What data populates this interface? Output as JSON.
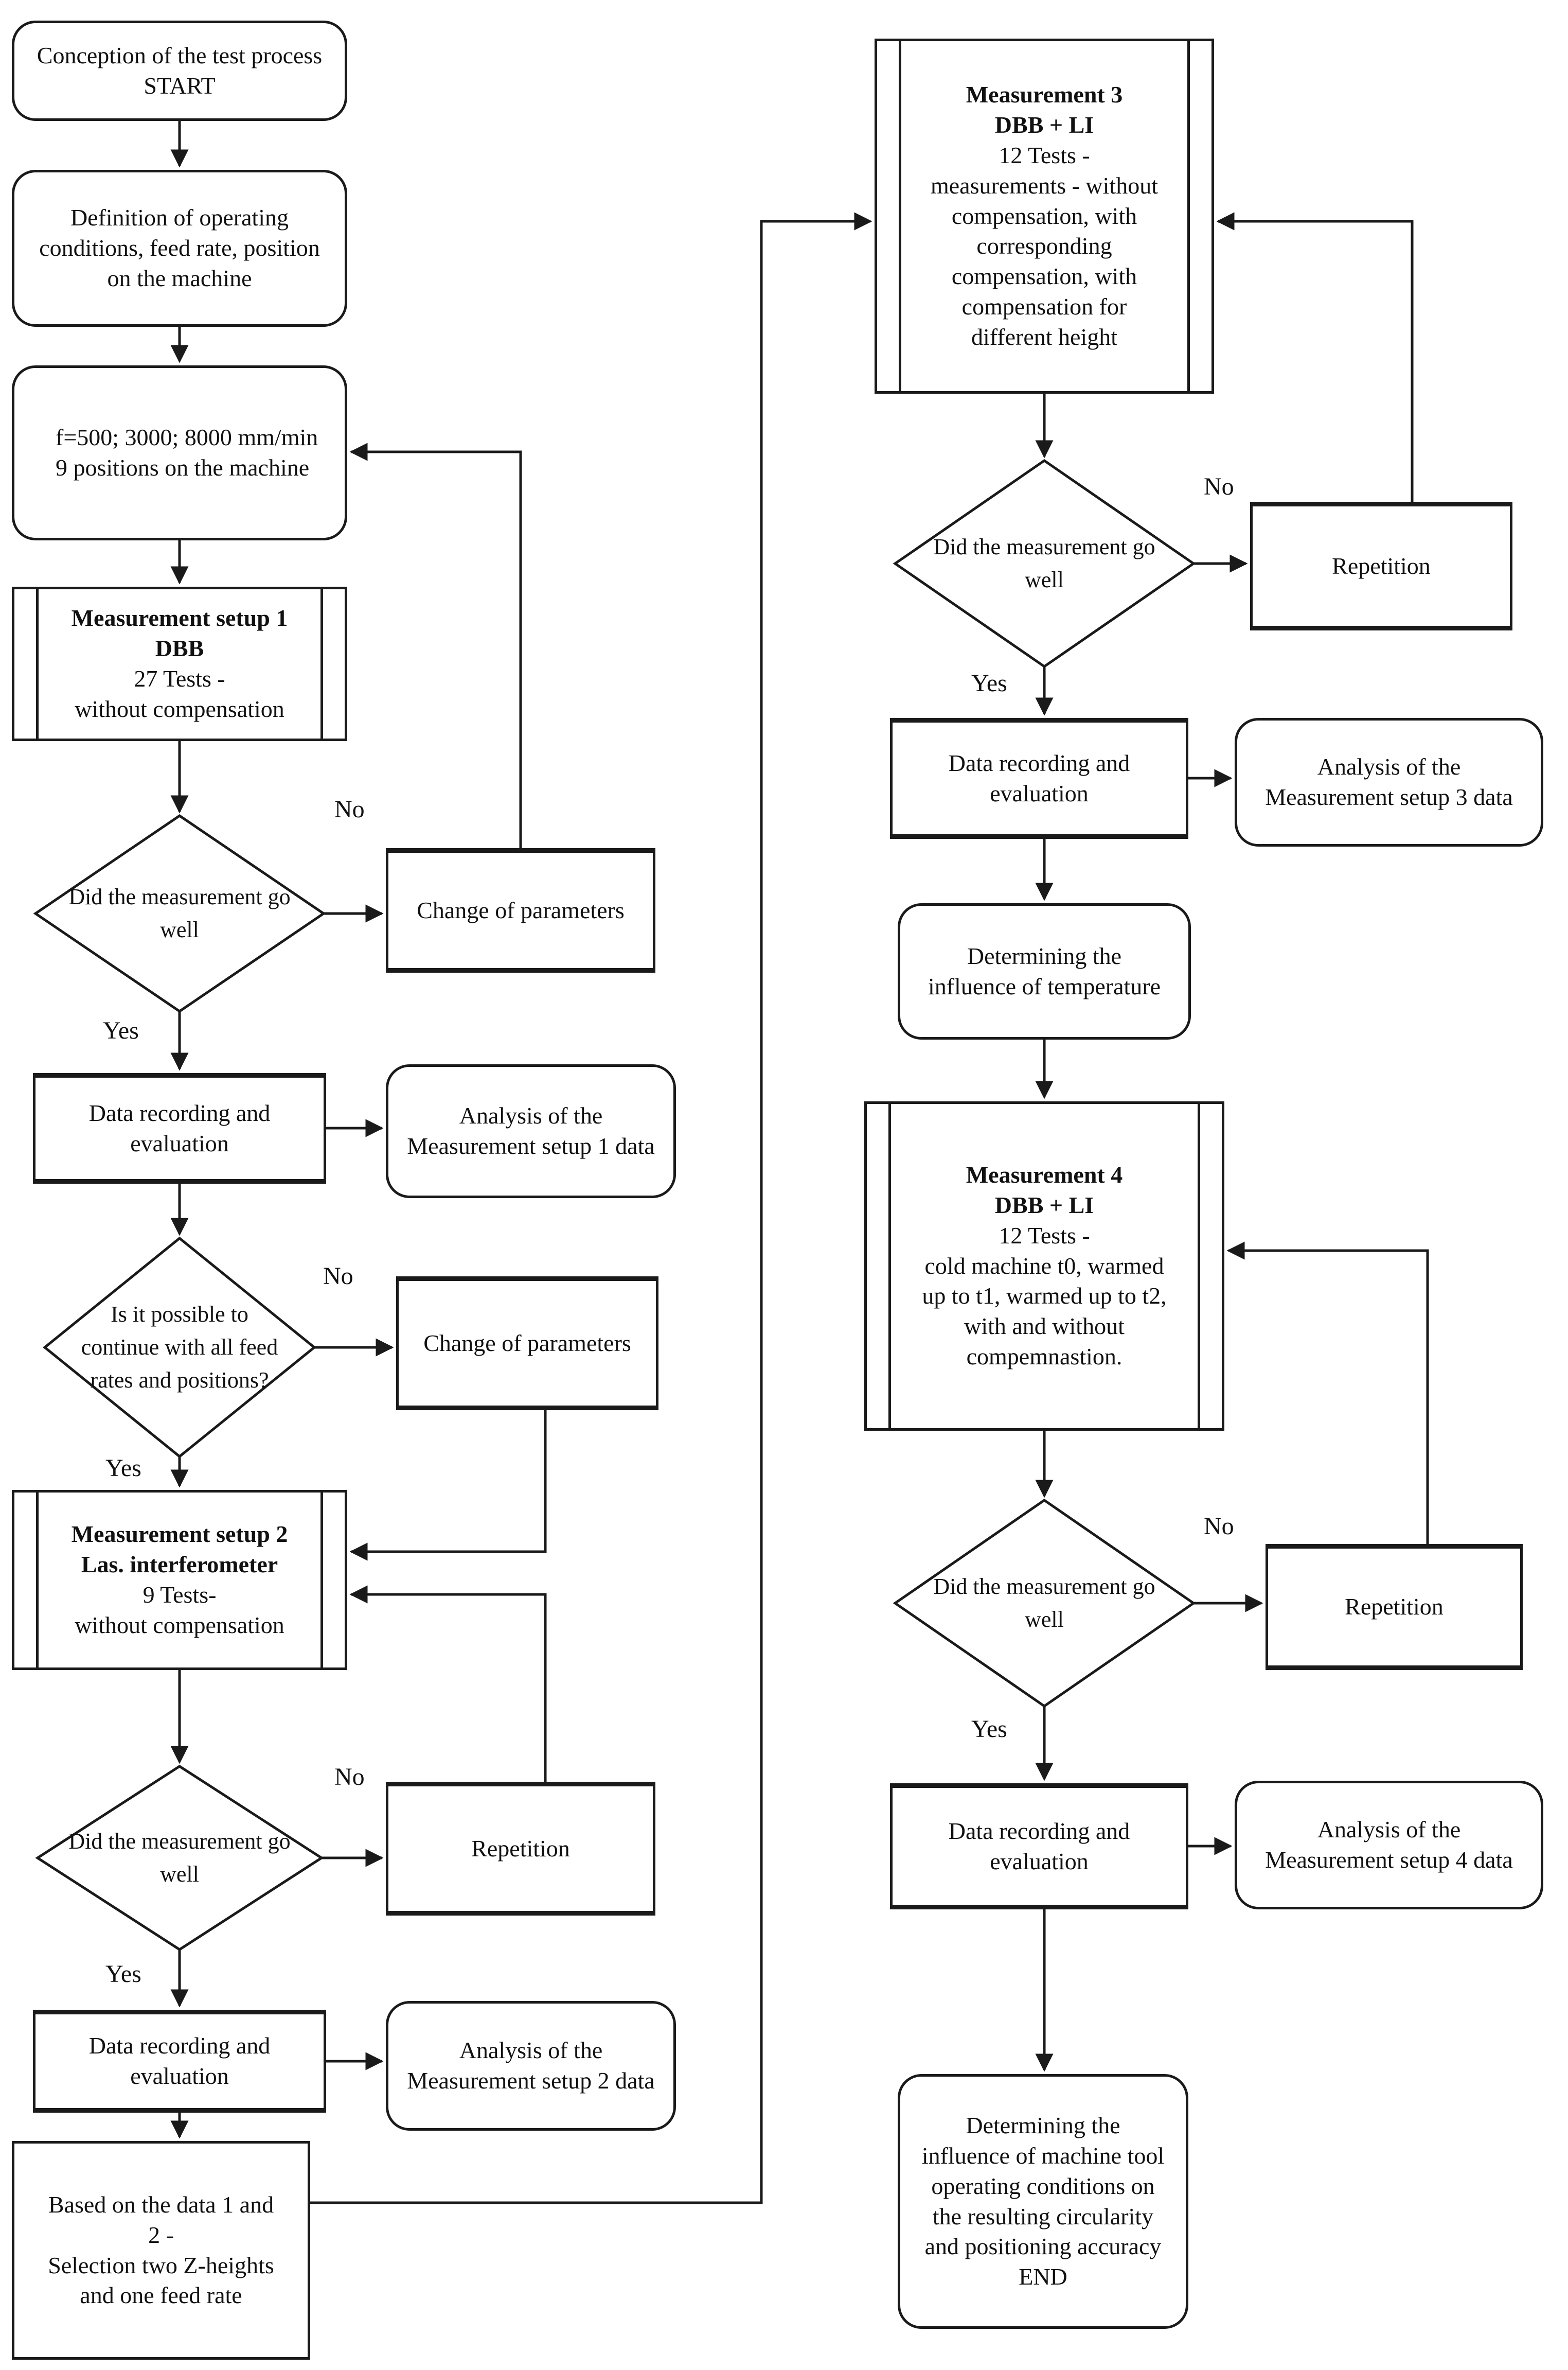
{
  "colors": {
    "ink": "#1a1a1a",
    "background": "#ffffff"
  },
  "labels": {
    "yes": "Yes",
    "no": "No"
  },
  "nodes": {
    "start": {
      "lines": [
        "Conception of the test process",
        "START"
      ]
    },
    "definition": {
      "lines": [
        "Definition of operating",
        "conditions, feed rate, position",
        "on the machine"
      ]
    },
    "feed": {
      "lines": [
        "f=500; 3000; 8000 mm/min",
        "9 positions on the machine"
      ]
    },
    "ms1": {
      "title": "Measurement setup 1",
      "subtitle": "DBB",
      "lines": [
        "27 Tests -",
        "without compensation"
      ]
    },
    "decision1": {
      "lines": [
        "Did the measurement go",
        "well"
      ]
    },
    "changeparams1": {
      "text": "Change of parameters"
    },
    "datarec1": {
      "lines": [
        "Data recording and",
        "evaluation"
      ]
    },
    "analysis1": {
      "lines": [
        "Analysis of the",
        "Measurement setup 1 data"
      ]
    },
    "decision2": {
      "lines": [
        "Is it possible to",
        "continue with all feed",
        "rates and positions?"
      ]
    },
    "changeparams2": {
      "text": "Change of parameters"
    },
    "ms2": {
      "title": "Measurement setup 2",
      "subtitle": "Las. interferometer",
      "lines": [
        "9 Tests-",
        "without compensation"
      ]
    },
    "decision3": {
      "lines": [
        "Did the measurement go",
        "well"
      ]
    },
    "repetition1": {
      "text": "Repetition"
    },
    "datarec2": {
      "lines": [
        "Data recording and",
        "evaluation"
      ]
    },
    "analysis2": {
      "lines": [
        "Analysis of the",
        "Measurement setup 2 data"
      ]
    },
    "basedon": {
      "lines": [
        "Based on the data 1 and",
        "2 -",
        "Selection two Z-heights",
        "and one feed rate"
      ]
    },
    "m3": {
      "title": "Measurement 3",
      "subtitle": "DBB + LI",
      "lines": [
        "12 Tests -",
        "measurements - without",
        "compensation, with",
        "corresponding",
        "compensation, with",
        "compensation for",
        "different height"
      ]
    },
    "decision4": {
      "lines": [
        "Did the measurement go",
        "well"
      ]
    },
    "repetition2": {
      "text": "Repetition"
    },
    "datarec3": {
      "lines": [
        "Data recording and",
        "evaluation"
      ]
    },
    "analysis3": {
      "lines": [
        "Analysis of the",
        "Measurement setup 3 data"
      ]
    },
    "determtemp": {
      "lines": [
        "Determining the",
        "influence of temperature"
      ]
    },
    "m4": {
      "title": "Measurement 4",
      "subtitle": "DBB + LI",
      "lines": [
        "12 Tests -",
        "cold machine t0, warmed",
        "up to t1, warmed up to t2,",
        "with and without",
        "compemnastion."
      ]
    },
    "decision5": {
      "lines": [
        "Did the measurement go",
        "well"
      ]
    },
    "repetition3": {
      "text": "Repetition"
    },
    "datarec4": {
      "lines": [
        "Data recording and",
        "evaluation"
      ]
    },
    "analysis4": {
      "lines": [
        "Analysis of the",
        "Measurement setup 4 data"
      ]
    },
    "end": {
      "lines": [
        "Determining the",
        "influence of machine tool",
        "operating conditions on",
        "the resulting circularity",
        "and positioning accuracy",
        "END"
      ]
    }
  }
}
